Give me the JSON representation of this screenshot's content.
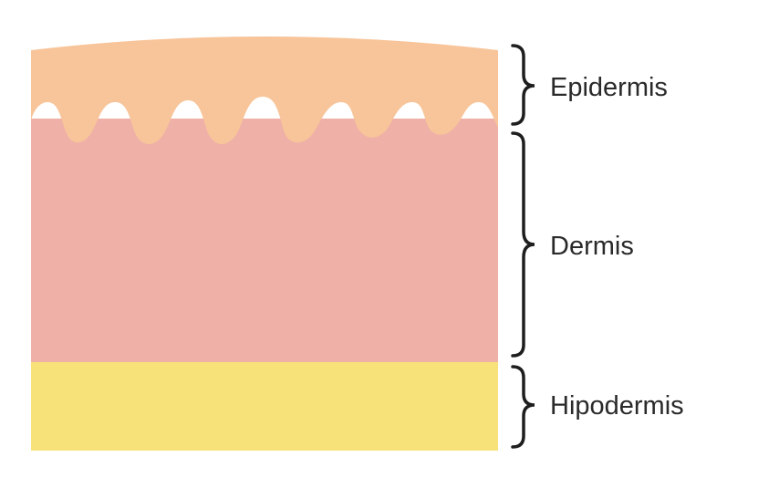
{
  "layers": [
    {
      "key": "epidermis",
      "label": "Epidermis",
      "color": "#f8c59a"
    },
    {
      "key": "dermis",
      "label": "Dermis",
      "color": "#efb0a7"
    },
    {
      "key": "hipodermis",
      "label": "Hipodermis",
      "color": "#f7e27a"
    }
  ],
  "bracket_color": "#1e1e1e"
}
